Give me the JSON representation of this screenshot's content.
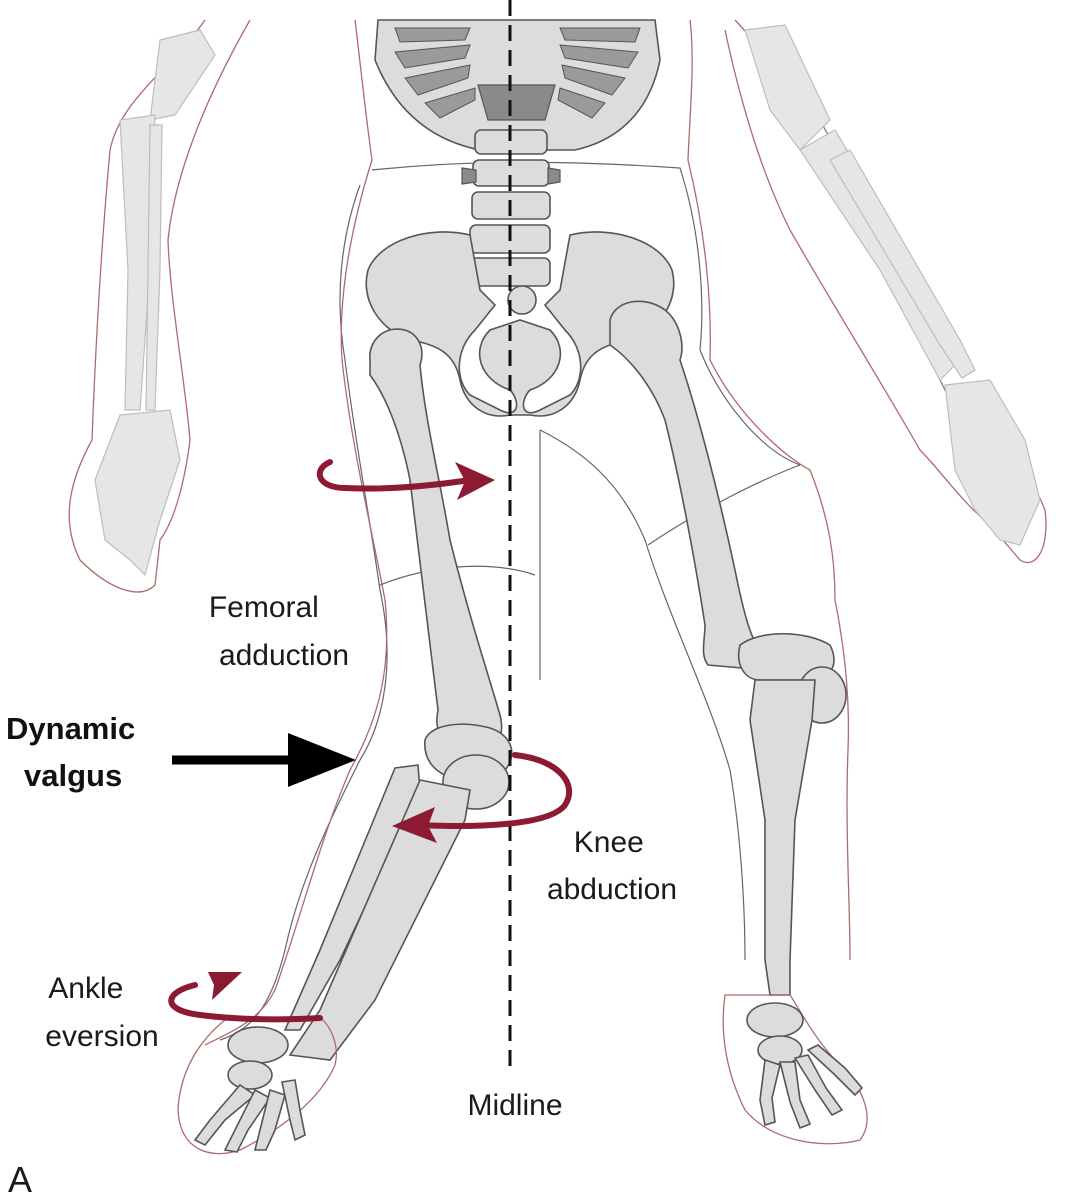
{
  "labels": {
    "femoral": [
      "Femoral",
      "adduction"
    ],
    "dynamic": [
      "Dynamic",
      "valgus"
    ],
    "knee": [
      "Knee",
      "abduction"
    ],
    "ankle": [
      "Ankle",
      "eversion"
    ],
    "midline": "Midline",
    "panel": "A"
  },
  "colors": {
    "rotation_arrow": "#8b1a32",
    "valgus_arrow": "#000000",
    "skin_outline": "#b06a6a",
    "bone_fill": "#dcdcdc",
    "bone_stroke": "#555555"
  },
  "icons": {
    "rotation": "curved-arrow-icon",
    "pointer": "right-arrow-icon"
  }
}
